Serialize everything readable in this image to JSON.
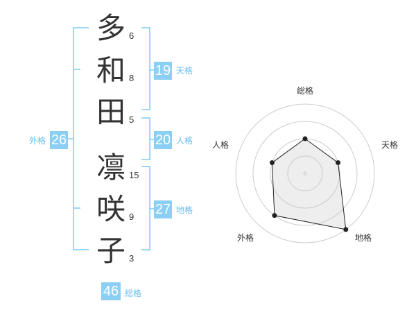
{
  "name": {
    "characters": [
      {
        "char": "多",
        "strokes": "6"
      },
      {
        "char": "和",
        "strokes": "8"
      },
      {
        "char": "田",
        "strokes": "5"
      },
      {
        "char": "凛",
        "strokes": "15"
      },
      {
        "char": "咲",
        "strokes": "9"
      },
      {
        "char": "子",
        "strokes": "3"
      }
    ]
  },
  "fortunes": {
    "tenkaku": {
      "label": "天格",
      "value": "19"
    },
    "jinkaku": {
      "label": "人格",
      "value": "20"
    },
    "chikaku": {
      "label": "地格",
      "value": "27"
    },
    "gaikaku": {
      "label": "外格",
      "value": "26"
    },
    "soukaku": {
      "label": "総格",
      "value": "46"
    }
  },
  "colors": {
    "accent": "#8ccff4",
    "accent_text": "#66bdf0",
    "bracket": "#7ec8f2"
  },
  "chart_data": {
    "type": "radar",
    "axes": [
      "総格",
      "天格",
      "地格",
      "外格",
      "人格"
    ],
    "levels": 4,
    "values": [
      2,
      2,
      4,
      3,
      2
    ],
    "max": 4
  }
}
